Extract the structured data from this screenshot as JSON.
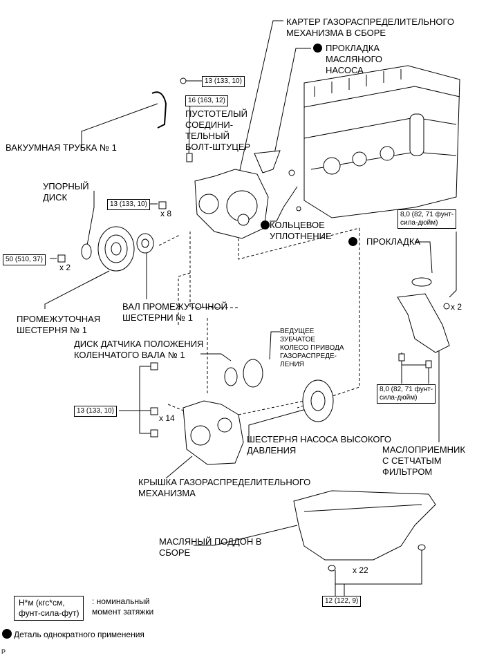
{
  "labels": {
    "timing_chain_case": "КАРТЕР ГАЗОРАСПРЕДЕЛИТЕЛЬНОГО\nМЕХАНИЗМА В СБОРЕ",
    "oil_pump_gasket": "ПРОКЛАДКА\nМАСЛЯНОГО\nНАСОСА",
    "vacuum_tube": "ВАКУУМНАЯ ТРУБКА № 1",
    "union_bolt": "ПУСТОТЕЛЫЙ\nСОЕДИНИ-\nТЕЛЬНЫЙ\nБОЛТ-ШТУЦЕР",
    "thrust_washer": "УПОРНЫЙ\nДИСК",
    "o_ring": "КОЛЬЦЕВОЕ\nУПЛОТНЕНИЕ",
    "gasket": "ПРОКЛАДКА",
    "idle_gear_shaft": "ВАЛ ПРОМЕЖУТОЧНОЙ\nШЕСТЕРНИ № 1",
    "idle_gear": "ПРОМЕЖУТОЧНАЯ\nШЕСТЕРНЯ № 1",
    "crank_sensor_plate": "ДИСК ДАТЧИКА ПОЛОЖЕНИЯ\nКОЛЕНЧАТОГО ВАЛА № 1",
    "drive_sprocket": "ВЕДУЩЕЕ\nЗУБЧАТОЕ\nКОЛЕСО ПРИВОДА\nГАЗОРАСПРЕДЕ-\nЛЕНИЯ",
    "hp_pump_gear": "ШЕСТЕРНЯ НАСОСА ВЫСОКОГО\nДАВЛЕНИЯ",
    "oil_strainer": "МАСЛОПРИЕМНИК\nС СЕТЧАТЫМ\nФИЛЬТРОМ",
    "timing_cover": "КРЫШКА ГАЗОРАСПРЕДЕЛИТЕЛЬНОГО\nМЕХАНИЗМА",
    "oil_pan": "МАСЛЯНЫЙ ПОДДОН В\nСБОРЕ"
  },
  "torques": {
    "t1": "13 (133, 10)",
    "t2": "16 (163, 12)",
    "t3": "13 (133, 10)",
    "t4": "50 (510, 37)",
    "t5": "8,0 (82, 71 фунт-\nсила-дюйм)",
    "t6": "8,0 (82, 71 фунт-\nсила-дюйм)",
    "t7": "13 (133, 10)",
    "t8": "12 (122, 9)"
  },
  "multipliers": {
    "m1": "x 8",
    "m2": "x 2",
    "m3": "x 2",
    "m4": "x 14",
    "m5": "x 22"
  },
  "legend": {
    "unit_box": "Н*м (кгс*см,\nфунт-сила-фут)",
    "unit_text": ": номинальный\nмомент затяжки",
    "nonreusable": "Деталь однократного применения"
  },
  "footer": {
    "code": "P"
  }
}
